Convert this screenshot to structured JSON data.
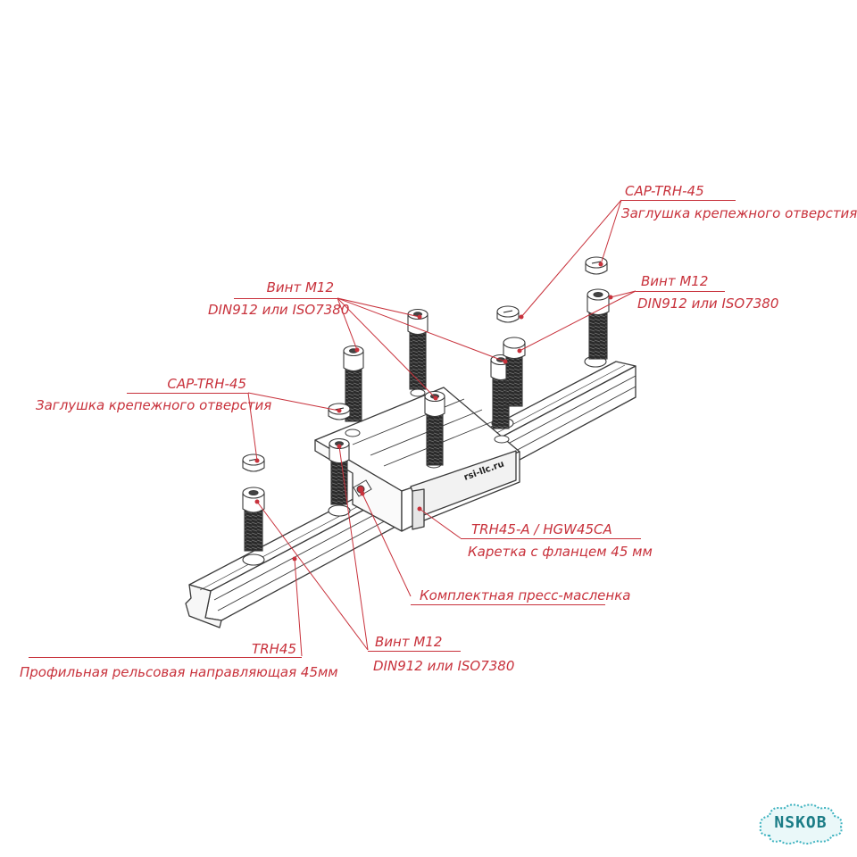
{
  "labels": {
    "cap_top_right": {
      "code": "CAP-TRH-45",
      "desc": "Заглушка крепежного отверстия"
    },
    "screw_top_right": {
      "name": "Винт М12",
      "spec": "DIN912 или ISO7380"
    },
    "screw_top_left": {
      "name": "Винт М12",
      "spec": "DIN912 или ISO7380"
    },
    "cap_left": {
      "code": "CAP-TRH-45",
      "desc": "Заглушка крепежного отверстия"
    },
    "carriage": {
      "code": "TRH45-A / HGW45CA",
      "desc": "Каретка с фланцем 45 мм"
    },
    "grease": {
      "desc": "Комплектная пресс-масленка"
    },
    "rail": {
      "code": "TRH45",
      "desc": "Профильная рельсовая направляющая 45мм"
    },
    "screw_bottom": {
      "name": "Винт М12",
      "spec": "DIN912 или ISO7380"
    }
  },
  "block_marking": "rsi-llc.ru",
  "watermark": "NSKOB",
  "colors": {
    "annotation": "#c8323c",
    "outline": "#3a3a3a",
    "watermark": "#1a7c86"
  }
}
